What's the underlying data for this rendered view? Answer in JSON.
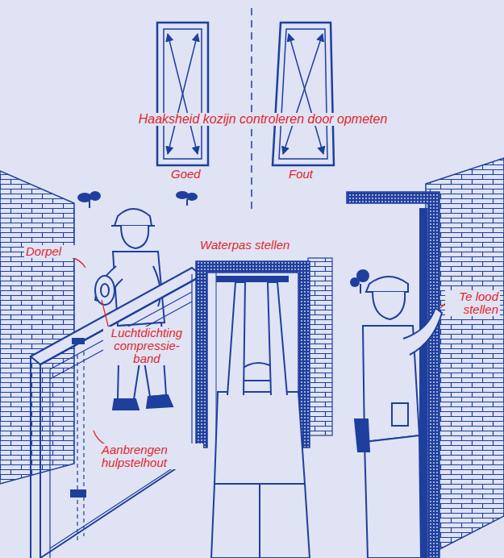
{
  "diagram": {
    "labels": [
      "Haaksheid kozijn controleren door opmeten",
      "Goed",
      "Fout",
      "Dorpel",
      "Waterpas stellen",
      "Luchtdichting compressie- band",
      "Te lood stellen",
      "Aanbrengen hulpstelhout"
    ]
  }
}
